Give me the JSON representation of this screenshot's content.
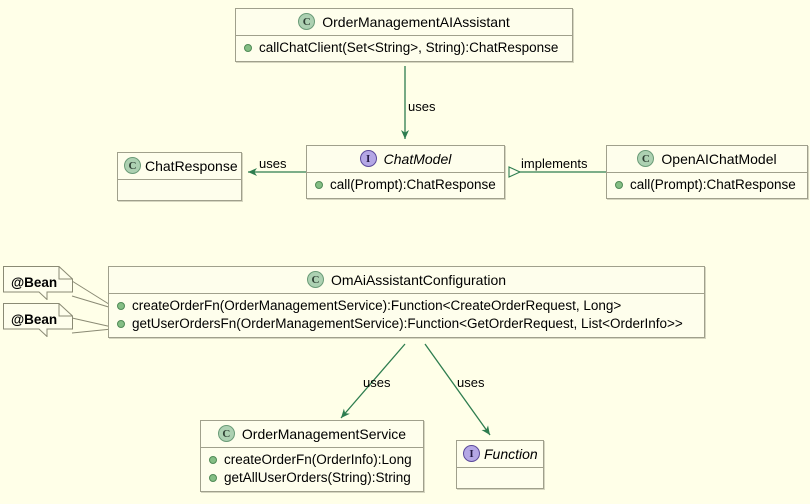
{
  "diagram": {
    "title": "UML class diagram",
    "background_color": "#ffffe8",
    "box_fill_color": "#fefeec",
    "box_border_color": "#a0a08c",
    "edge_color": "#2e7d4f",
    "class_icon_color": "#add1b2",
    "interface_icon_color": "#b4a7e5",
    "member_bullet_color": "#84be84"
  },
  "icons": {
    "class_glyph": "C",
    "interface_glyph": "I"
  },
  "classes": {
    "order_management_ai_assistant": {
      "name": "OrderManagementAIAssistant",
      "kind": "class",
      "members": [
        "callChatClient(Set<String>, String):ChatResponse"
      ]
    },
    "chat_response": {
      "name": "ChatResponse",
      "kind": "class",
      "members": []
    },
    "chat_model": {
      "name": "ChatModel",
      "kind": "interface",
      "members": [
        "call(Prompt):ChatResponse"
      ]
    },
    "open_ai_chat_model": {
      "name": "OpenAIChatModel",
      "kind": "class",
      "members": [
        "call(Prompt):ChatResponse"
      ]
    },
    "om_ai_assistant_configuration": {
      "name": "OmAiAssistantConfiguration",
      "kind": "class",
      "members": [
        "createOrderFn(OrderManagementService):Function<CreateOrderRequest, Long>",
        "getUserOrdersFn(OrderManagementService):Function<GetOrderRequest, List<OrderInfo>>"
      ]
    },
    "order_management_service": {
      "name": "OrderManagementService",
      "kind": "class",
      "members": [
        "createOrderFn(OrderInfo):Long",
        "getAllUserOrders(String):String"
      ]
    },
    "function": {
      "name": "Function",
      "kind": "interface",
      "members": []
    }
  },
  "notes": [
    {
      "text": "@Bean"
    },
    {
      "text": "@Bean"
    }
  ],
  "edge_labels": {
    "assistant_to_chatmodel": "uses",
    "chatmodel_to_chatresponse": "uses",
    "openai_implements_chatmodel": "implements",
    "config_to_service": "uses",
    "config_to_function": "uses"
  }
}
